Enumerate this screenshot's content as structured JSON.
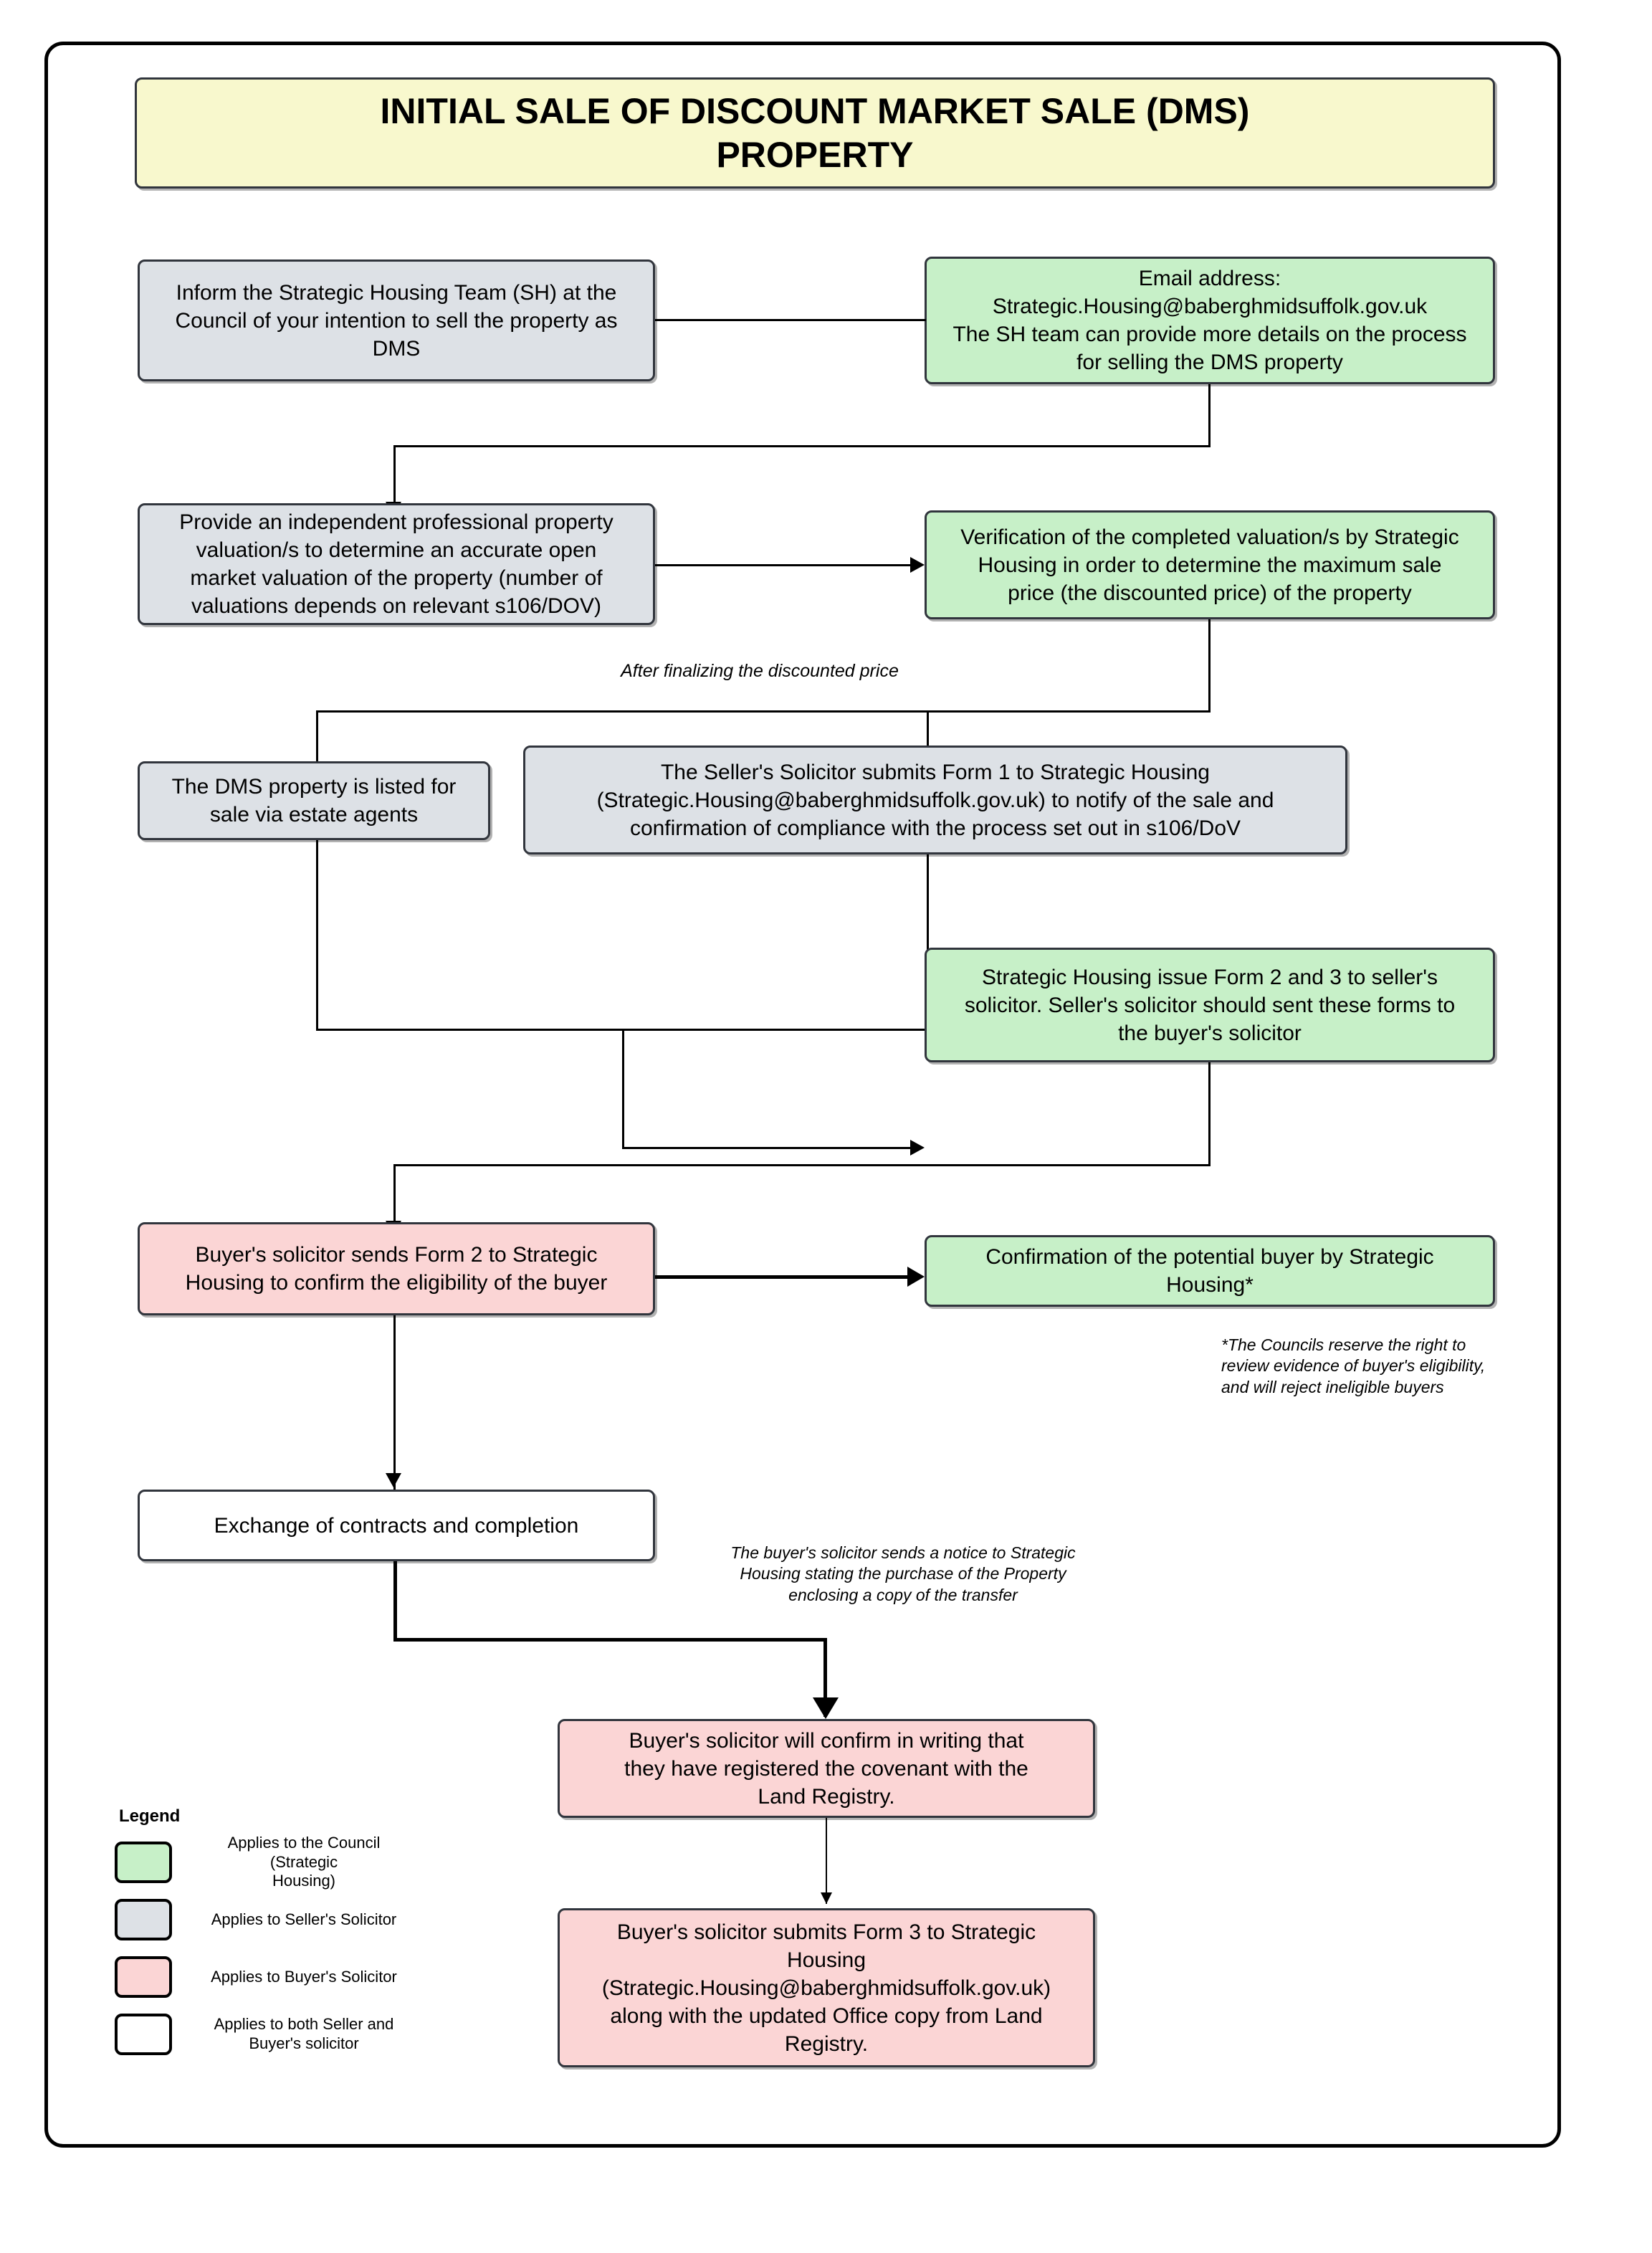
{
  "title": "INITIAL SALE OF DISCOUNT MARKET SALE (DMS)\nPROPERTY",
  "nodes": {
    "inform_sh": "Inform the Strategic Housing Team (SH) at the\nCouncil of your intention to sell the property as\nDMS",
    "email_address": "Email address:\nStrategic.Housing@baberghmidsuffolk.gov.uk\nThe SH team can provide more details on the process\nfor selling the DMS property",
    "provide_valuation": "Provide an independent professional property\nvaluation/s to determine an accurate open\nmarket valuation of the property (number of\nvaluations depends on relevant s106/DOV)",
    "verification": "Verification of the completed valuation/s by Strategic\nHousing in order to determine the maximum sale\nprice (the discounted price) of the property",
    "listed_for_sale": "The DMS property is listed for\nsale via estate agents",
    "form1_submit": "The Seller's Solicitor submits Form 1 to Strategic Housing\n(Strategic.Housing@baberghmidsuffolk.gov.uk) to notify of the sale and\nconfirmation of compliance with the process set out in s106/DoV",
    "issue_forms_2_3": "Strategic Housing issue Form 2 and 3 to seller's\nsolicitor. Seller's solicitor should sent these forms to\nthe buyer's solicitor",
    "buyer_sends_form2": "Buyer's solicitor sends Form 2 to Strategic\nHousing to confirm the eligibility of the buyer",
    "confirmation_buyer": "Confirmation of the potential buyer by Strategic\nHousing*",
    "exchange_completion": "Exchange of contracts and completion",
    "register_covenant": "Buyer's solicitor will confirm in writing that\nthey have registered the covenant with the\nLand Registry.",
    "submit_form3": "Buyer's solicitor submits Form 3 to Strategic\nHousing\n(Strategic.Housing@baberghmidsuffolk.gov.uk)\nalong with the updated Office copy from Land\nRegistry."
  },
  "edge_labels": {
    "after_finalizing": "After finalizing the discounted price",
    "councils_reserve": "*The Councils reserve the right to\nreview evidence of buyer's eligibility,\nand will reject ineligible buyers",
    "notice_to_sh": "The buyer's solicitor sends a notice to Strategic\nHousing stating the purchase of the Property\nenclosing a copy of the transfer"
  },
  "legend": {
    "title": "Legend",
    "items": [
      {
        "color": "#c7f0c8",
        "label": "Applies to the Council (Strategic\nHousing)"
      },
      {
        "color": "#dde1e6",
        "label": "Applies to Seller's Solicitor"
      },
      {
        "color": "#fbd5d5",
        "label": "Applies to Buyer's Solicitor"
      },
      {
        "color": "#ffffff",
        "label": "Applies to both Seller and\nBuyer's solicitor"
      }
    ]
  },
  "colors": {
    "title_banner": "#f8f8cd",
    "council_green": "#c7f0c8",
    "seller_grey": "#dde1e6",
    "buyer_pink": "#fbd5d5",
    "both_white": "#ffffff",
    "border": "#31353d",
    "connector": "#000000"
  }
}
